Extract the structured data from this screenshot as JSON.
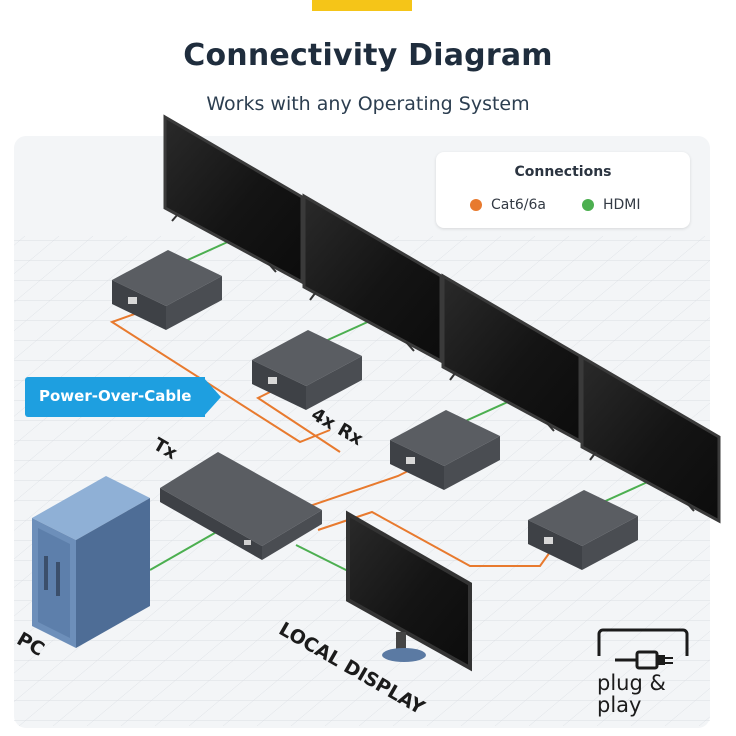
{
  "header": {
    "title": "Connectivity Diagram",
    "subtitle": "Works with any Operating System"
  },
  "legend": {
    "title": "Connections",
    "items": [
      {
        "label": "Cat6/6a",
        "color": "#e87a2e"
      },
      {
        "label": "HDMI",
        "color": "#4caf50"
      }
    ]
  },
  "callout": {
    "label": "Power-Over-Cable",
    "color": "#1e9fe0"
  },
  "labels": {
    "tx": "Tx",
    "rx": "4x Rx",
    "pc": "PC",
    "local_display": "LOCAL DISPLAY"
  },
  "badge": {
    "line1": "plug &",
    "line2": "play",
    "icon": "plug-icon"
  },
  "colors": {
    "cat6": "#e87a2e",
    "hdmi": "#4caf50",
    "device": "#4a4d52",
    "screen": "#1a1a1a",
    "pc_case": "#5b7aa3"
  }
}
